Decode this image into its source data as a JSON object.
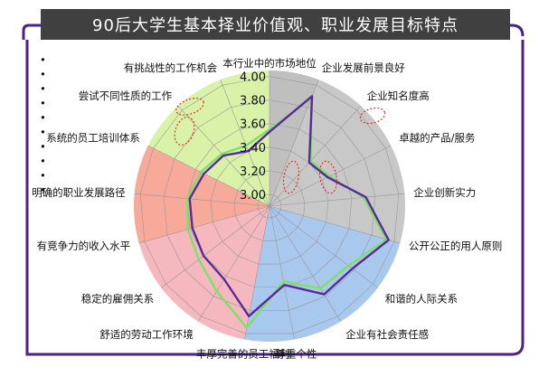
{
  "title": "90后大学生基本择业价值观、职业发展目标特点",
  "chart_data": {
    "type": "radar",
    "categories": [
      "本行业中的市场地位",
      "企业发展前景良好",
      "企业知名度高",
      "卓越的产品/服务",
      "企业创新实力",
      "公开公正的用人原则",
      "和谐的人际关系",
      "企业有社会责任感",
      "尊重个性",
      "丰厚完善的员工福利",
      "舒适的劳动工作环境",
      "稳定的雇佣关系",
      "有竞争力的收入水平",
      "明确的职业发展路径",
      "系统的员工培训体系",
      "尝试不同性质的工作",
      "有挑战性的工作机会"
    ],
    "ticks": [
      "3.00",
      "3.20",
      "3.40",
      "3.60",
      "3.80",
      "4.00"
    ],
    "rmin": 2.9,
    "rmax": 4.05,
    "series": [
      {
        "color": "#5a2a9a",
        "values": [
          3.53,
          3.9,
          3.4,
          3.45,
          3.72,
          3.95,
          3.78,
          3.78,
          3.58,
          3.85,
          3.63,
          3.6,
          3.58,
          3.58,
          3.52,
          3.48,
          3.4
        ]
      },
      {
        "color": "#7ee06a",
        "values": [
          3.55,
          3.88,
          3.42,
          3.47,
          3.7,
          3.93,
          3.74,
          3.72,
          3.55,
          3.95,
          3.75,
          3.65,
          3.62,
          3.6,
          3.55,
          3.5,
          3.45
        ]
      }
    ],
    "sectors": [
      {
        "from": 0,
        "to": 1,
        "color": "#bfbfbf"
      },
      {
        "from": 1,
        "to": 5,
        "color": "#c8c8c8"
      },
      {
        "from": 5,
        "to": 9,
        "color": "#a9c8ee"
      },
      {
        "from": 9,
        "to": 12,
        "color": "#f4b8be"
      },
      {
        "from": 12,
        "to": 14,
        "color": "#f7a99a"
      },
      {
        "from": 14,
        "to": 17,
        "color": "#d9f2a8"
      }
    ]
  },
  "bullets": [
    "•",
    "•",
    "•",
    "•",
    "•",
    "•",
    "•",
    "•",
    "•",
    "•"
  ]
}
